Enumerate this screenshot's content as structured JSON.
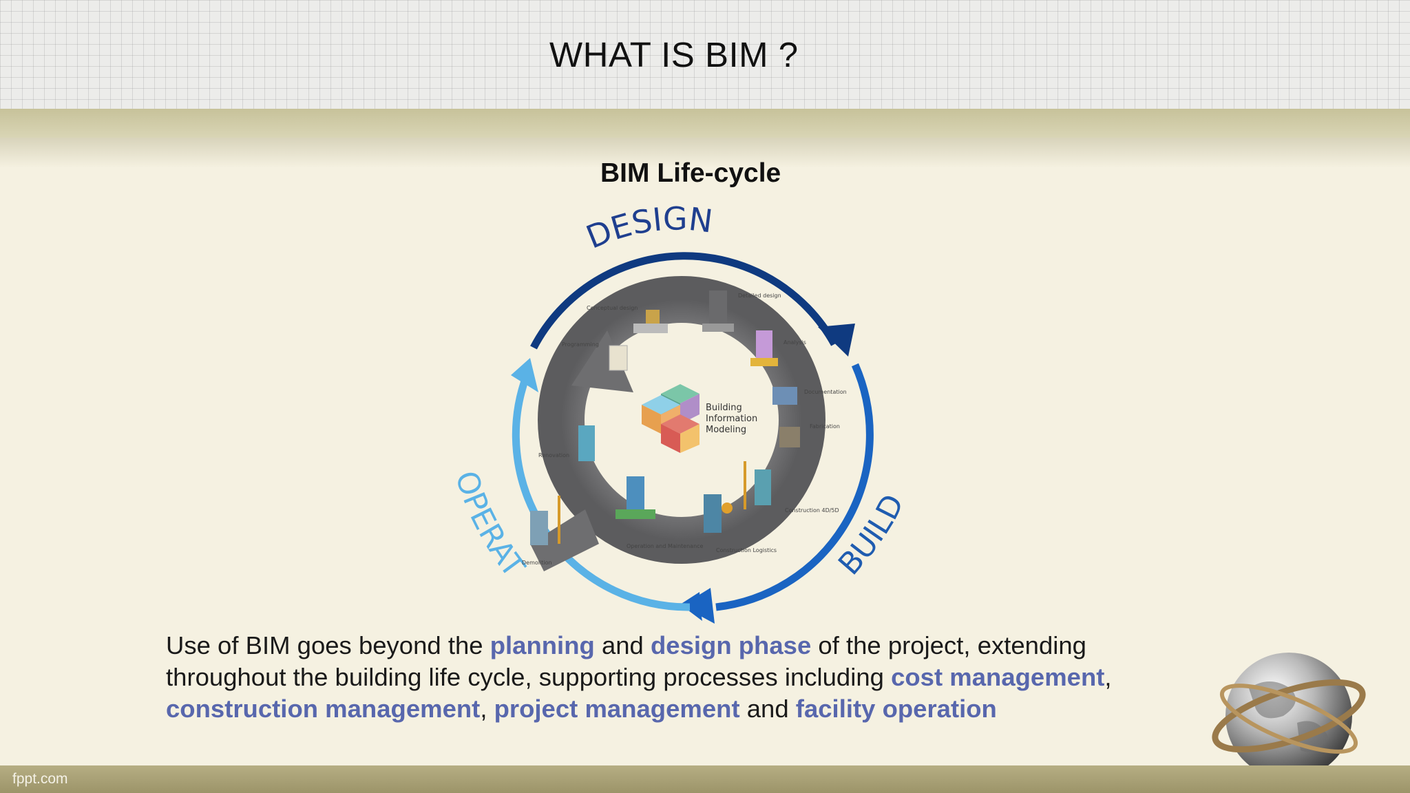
{
  "slide": {
    "title": "WHAT IS BIM ?",
    "subtitle": "BIM Life-cycle",
    "footer_brand": "fppt.com"
  },
  "diagram": {
    "phases": [
      "DESIGN",
      "BUILD",
      "OPERATE"
    ],
    "center_label": [
      "Building",
      "Information",
      "Modeling"
    ],
    "stages": [
      "Conceptual design",
      "Detailed design",
      "Analysis",
      "Documentation",
      "Fabrication",
      "Construction 4D/5D",
      "Construction Logistics",
      "Operation and Maintenance",
      "Renovation",
      "Demolition",
      "Programming"
    ],
    "colors": {
      "design_arrow": "#0f3a80",
      "build_arrow": "#1a64c2",
      "operate_arrow": "#5ab2e6",
      "ring": "#6e6e70"
    }
  },
  "body": {
    "seg1": "Use of BIM goes beyond the ",
    "planning": "planning",
    "seg2": " and ",
    "design_phase": "design phase",
    "seg3": " of the project, extending throughout the building life cycle, supporting processes including ",
    "cost_management": "cost management",
    "seg4": ", ",
    "construction_management": "construction management",
    "seg5": ", ",
    "project_management": "project management",
    "seg6": " and ",
    "facility_operation": "facility operation",
    "highlight_color": "#5867ad"
  }
}
